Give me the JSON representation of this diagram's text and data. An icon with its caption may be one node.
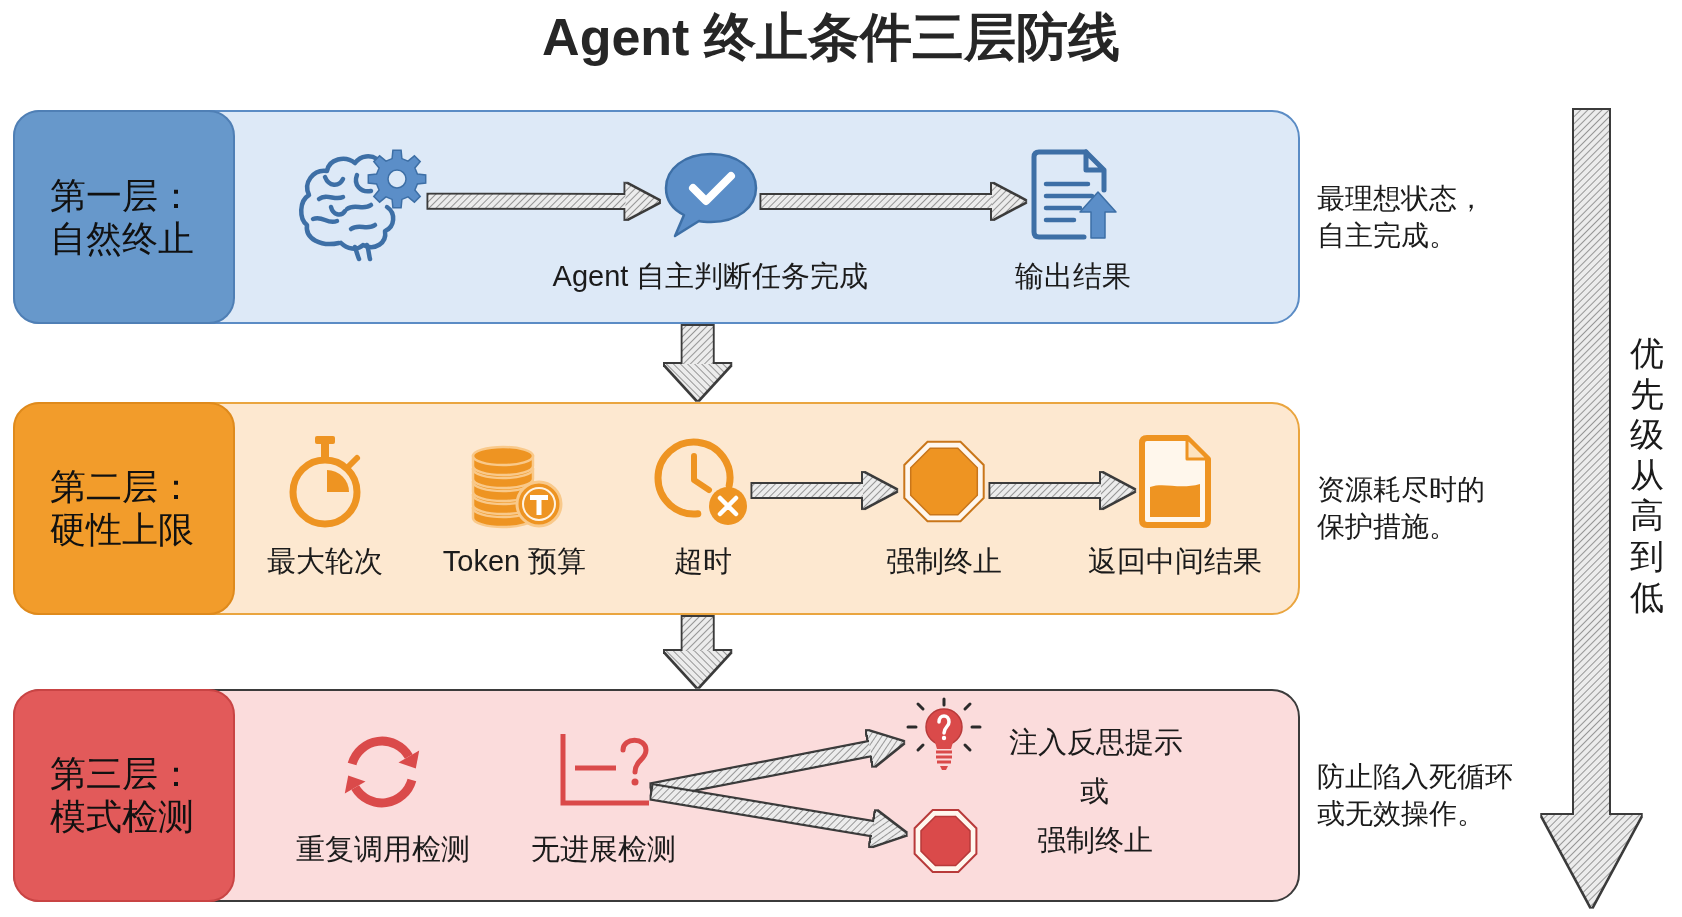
{
  "diagram": {
    "title": "Agent 终止条件三层防线",
    "nodes": [
      {
        "text": [
          "第一层：自然终止"
        ],
        "beside": [
          "最理想状态，自主完成。"
        ]
      },
      {
        "text": [],
        "shape": "picture",
        "in": 0
      },
      {
        "text": [],
        "shape": "picture",
        "in": 0,
        "beside": [
          "Agent 自主判断任务完成"
        ]
      },
      {
        "text": [],
        "shape": "picture",
        "in": 0,
        "beside": [
          "输出结果"
        ]
      },
      {
        "text": [
          "第二层：硬性上限"
        ],
        "beside": [
          "资源耗尽时的保护措施。"
        ]
      },
      {
        "text": [],
        "shape": "picture",
        "in": 4,
        "beside": [
          "最大轮次"
        ]
      },
      {
        "text": [],
        "shape": "picture",
        "in": 4,
        "beside": [
          "Token 预算"
        ]
      },
      {
        "text": [],
        "shape": "picture",
        "in": 4,
        "beside": [
          "超时"
        ]
      },
      {
        "text": [],
        "shape": "octagon",
        "in": 4,
        "beside": [
          "强制终止"
        ]
      },
      {
        "text": [],
        "shape": "picture",
        "in": 4,
        "beside": [
          "返回中间结果"
        ]
      },
      {
        "text": [
          "第三层：模式检测"
        ],
        "beside": [
          "防止陷入死循环或无效操作。"
        ]
      },
      {
        "text": [],
        "shape": "picture",
        "in": 10,
        "beside": [
          "重复调用检测"
        ]
      },
      {
        "text": [],
        "shape": "picture",
        "in": 10,
        "beside": [
          "无进展检测"
        ]
      },
      {
        "text": [],
        "shape": "picture",
        "in": 10,
        "beside": [
          "注入反思提示"
        ]
      },
      {
        "text": [],
        "shape": "octagon",
        "in": 10,
        "beside": [
          "强制终止"
        ]
      }
    ],
    "edges": [
      {
        "from": 1,
        "to": 2,
        "arrow": "to"
      },
      {
        "from": 2,
        "to": 3,
        "arrow": "to"
      },
      {
        "from": 0,
        "to": 4,
        "arrow": "to",
        "style": "thick"
      },
      {
        "from": 7,
        "to": 8,
        "arrow": "to"
      },
      {
        "from": 8,
        "to": 9,
        "arrow": "to"
      },
      {
        "from": 4,
        "to": 10,
        "arrow": "to",
        "style": "thick"
      },
      {
        "from": 12,
        "to": 13,
        "arrow": "to"
      },
      {
        "from": 12,
        "to": 14,
        "arrow": "to"
      }
    ],
    "labels": [
      "或",
      "优先级从高到低"
    ]
  }
}
